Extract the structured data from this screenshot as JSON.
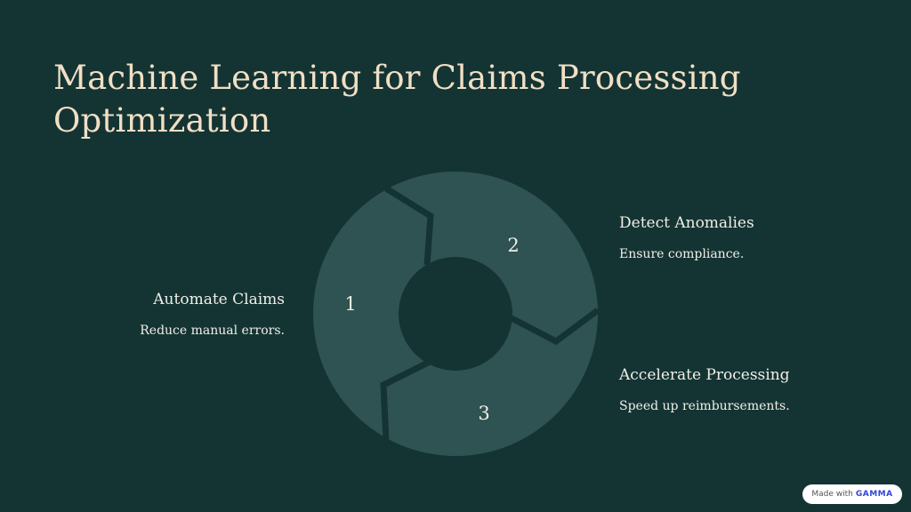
{
  "title": "Machine Learning for Claims Processing Optimization",
  "cycle": {
    "segments": [
      {
        "number": "1",
        "heading": "Automate Claims",
        "description": "Reduce manual errors."
      },
      {
        "number": "2",
        "heading": "Detect Anomalies",
        "description": "Ensure compliance."
      },
      {
        "number": "3",
        "heading": "Accelerate Processing",
        "description": "Speed up reimbursements."
      }
    ]
  },
  "badge": {
    "prefix": "Made with",
    "brand": "GAMMA"
  },
  "colors": {
    "background": "#143434",
    "segment": "#2f5252",
    "title": "#f1dfc4",
    "text": "#f1efe6"
  }
}
